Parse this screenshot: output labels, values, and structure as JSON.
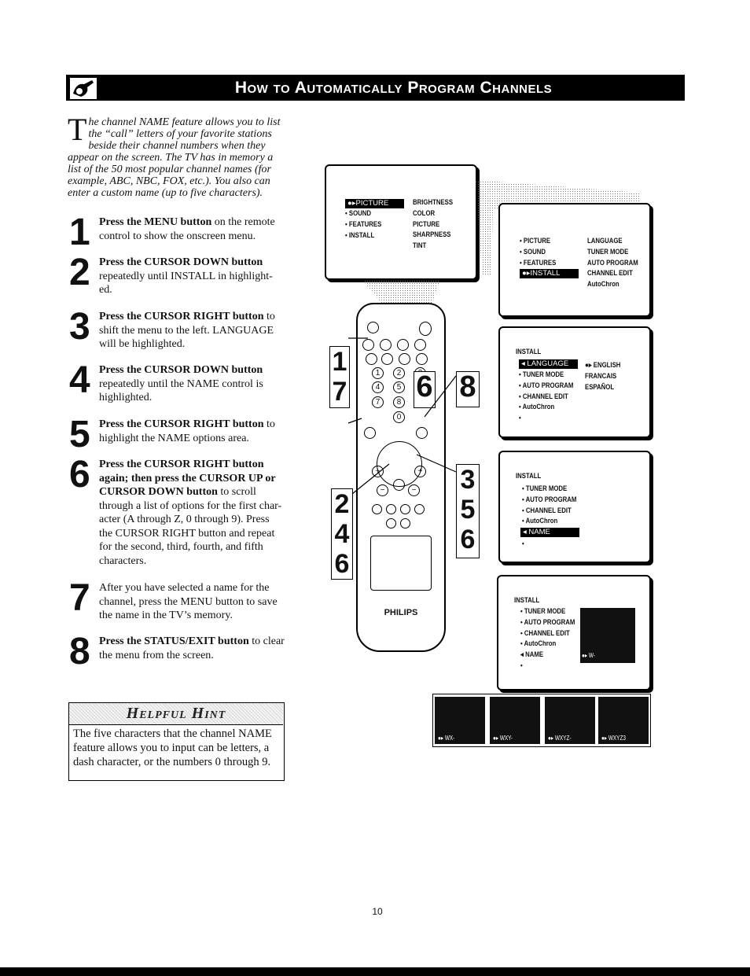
{
  "header": {
    "title": "How to Automatically Program Channels"
  },
  "intro": {
    "dropcap": "T",
    "text": "he channel NAME feature allows you to list the “call” letters of your favorite stations beside their channel numbers when they appear on the screen. The TV has in memory a list of the 50 most popular channel names (for example, ABC, NBC, FOX, etc.). You also can enter a custom name (up to five characters)."
  },
  "steps": [
    {
      "num": "1",
      "bold": "Press the MENU button",
      "rest": " on the remote control to show the onscreen menu."
    },
    {
      "num": "2",
      "bold": "Press the CURSOR DOWN button",
      "rest": " repeatedly until INSTALL in highlight-ed."
    },
    {
      "num": "3",
      "bold": "Press the CURSOR RIGHT button",
      "rest": " to shift the menu to the left. LANGUAGE will be highlighted."
    },
    {
      "num": "4",
      "bold": "Press the CURSOR DOWN button",
      "rest": " repeatedly until the NAME control is highlighted."
    },
    {
      "num": "5",
      "bold": "Press the CURSOR RIGHT button",
      "rest": " to highlight the NAME options area."
    },
    {
      "num": "6",
      "bold": "Press the CURSOR RIGHT button again; then press the CURSOR UP or CURSOR DOWN button",
      "rest": " to scroll through a list of options for the first char-acter (A through Z, 0 through 9). Press the CURSOR RIGHT button and repeat for the second, third, fourth, and fifth characters."
    },
    {
      "num": "7",
      "bold": "",
      "rest": "After you have selected a name for the channel, press the MENU button to save the name in the TV’s memory."
    },
    {
      "num": "8",
      "bold": "Press the STATUS/EXIT button",
      "rest": " to clear the menu from the screen."
    }
  ],
  "hint": {
    "title": "Helpful Hint",
    "text": "The five characters that the channel NAME feature allows you to input can be letters, a dash character, or the numbers 0 through 9."
  },
  "screens": {
    "s1": {
      "highlight": "PICTURE",
      "left": "• SOUND\n• FEATURES\n• INSTALL",
      "right": "BRIGHTNESS\nCOLOR\nPICTURE\nSHARPNESS\nTINT"
    },
    "s2": {
      "left": "• PICTURE\n• SOUND\n• FEATURES",
      "highlight": "INSTALL",
      "right": "LANGUAGE\nTUNER MODE\nAUTO PROGRAM\nCHANNEL EDIT\nAutoChron"
    },
    "s3": {
      "title": "INSTALL",
      "highlight": "LANGUAGE",
      "left": "• TUNER MODE\n• AUTO PROGRAM\n• CHANNEL EDIT\n• AutoChron\n•",
      "right": "ENGLISH\nFRANCAIS\nESPAÑOL"
    },
    "s4": {
      "title": "INSTALL",
      "left": "• TUNER MODE\n• AUTO PROGRAM\n• CHANNEL EDIT\n• AutoChron",
      "highlight": "NAME",
      "foot": "•"
    },
    "s5": {
      "title": "INSTALL",
      "left": "• TUNER MODE\n• AUTO PROGRAM\n• CHANNEL EDIT\n• AutoChron\n◂ NAME\n•",
      "entry": "W-"
    }
  },
  "thumbs": [
    "WX-",
    "WXY-",
    "WXYZ-",
    "WXYZ3"
  ],
  "remote": {
    "brand": "PHILIPS"
  },
  "callouts": {
    "left_top": "1\n7",
    "left_mid": "6",
    "right_top": "8",
    "left_bottom": "2\n4\n6",
    "right_bottom": "3\n5\n6"
  },
  "page_number": "10"
}
